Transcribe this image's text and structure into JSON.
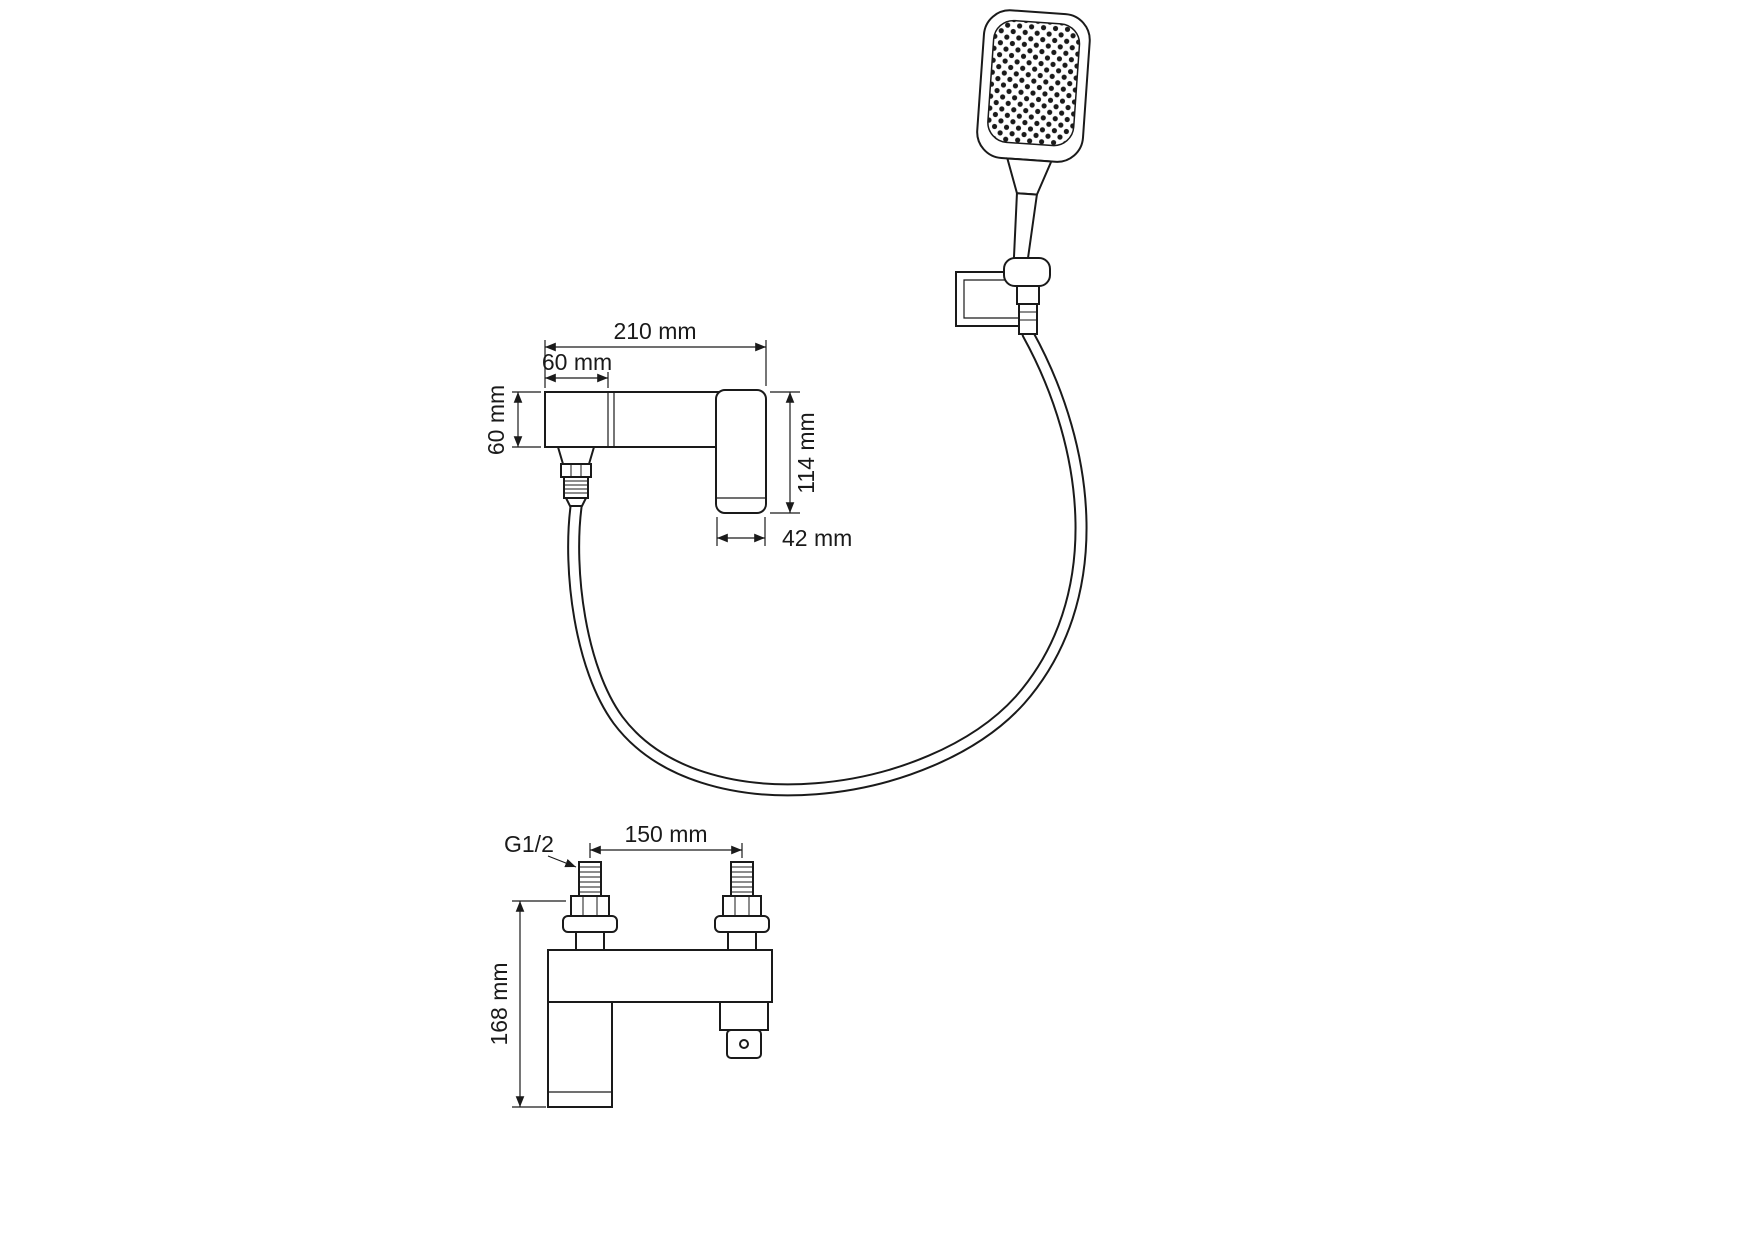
{
  "page": {
    "background": "#ffffff",
    "line_color": "#1a1a1a"
  },
  "diagram": {
    "side_view": {
      "dim_total_width": "210 mm",
      "dim_handle_width": "60 mm",
      "dim_handle_height": "60 mm",
      "dim_spout_height": "114 mm",
      "dim_spout_depth": "42 mm"
    },
    "front_view": {
      "dim_supply_centers": "150 mm",
      "dim_total_height": "168 mm",
      "thread_label": "G1/2"
    }
  }
}
